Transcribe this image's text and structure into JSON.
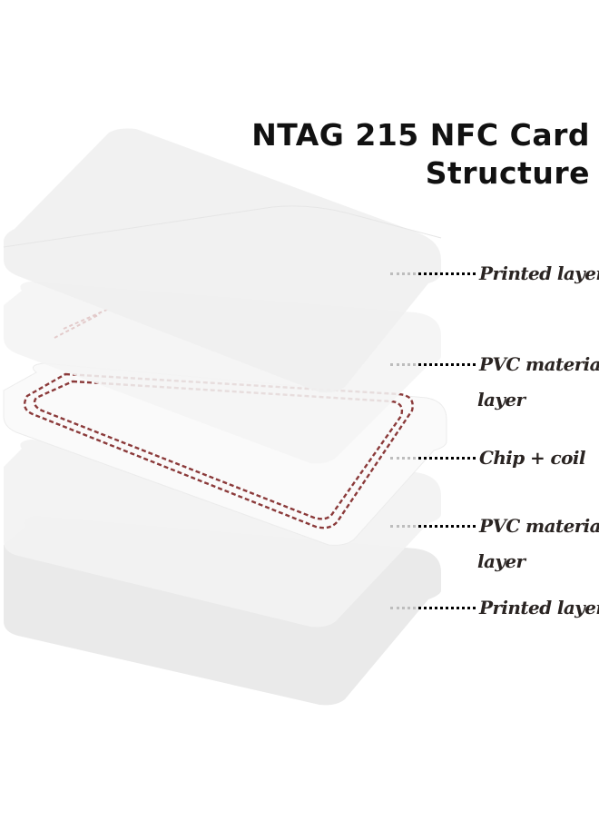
{
  "title": {
    "line1": "NTAG 215 NFC Card",
    "line2": "Structure"
  },
  "layers": [
    {
      "name": "Printed layer",
      "line1": "Printed layer",
      "line2": ""
    },
    {
      "name": "PVC material layer",
      "line1": "PVC material",
      "line2": "layer"
    },
    {
      "name": "Chip + coil",
      "line1": "Chip + coil",
      "line2": ""
    },
    {
      "name": "PVC material layer",
      "line1": "PVC material",
      "line2": "layer"
    },
    {
      "name": "Printed layer",
      "line1": "Printed layer",
      "line2": ""
    }
  ],
  "colors": {
    "card_fill": "#f3f3f3",
    "card_fill_dark": "#ececec",
    "coil": "#8b3a3a",
    "title": "#111111",
    "label": "#2a2422"
  }
}
